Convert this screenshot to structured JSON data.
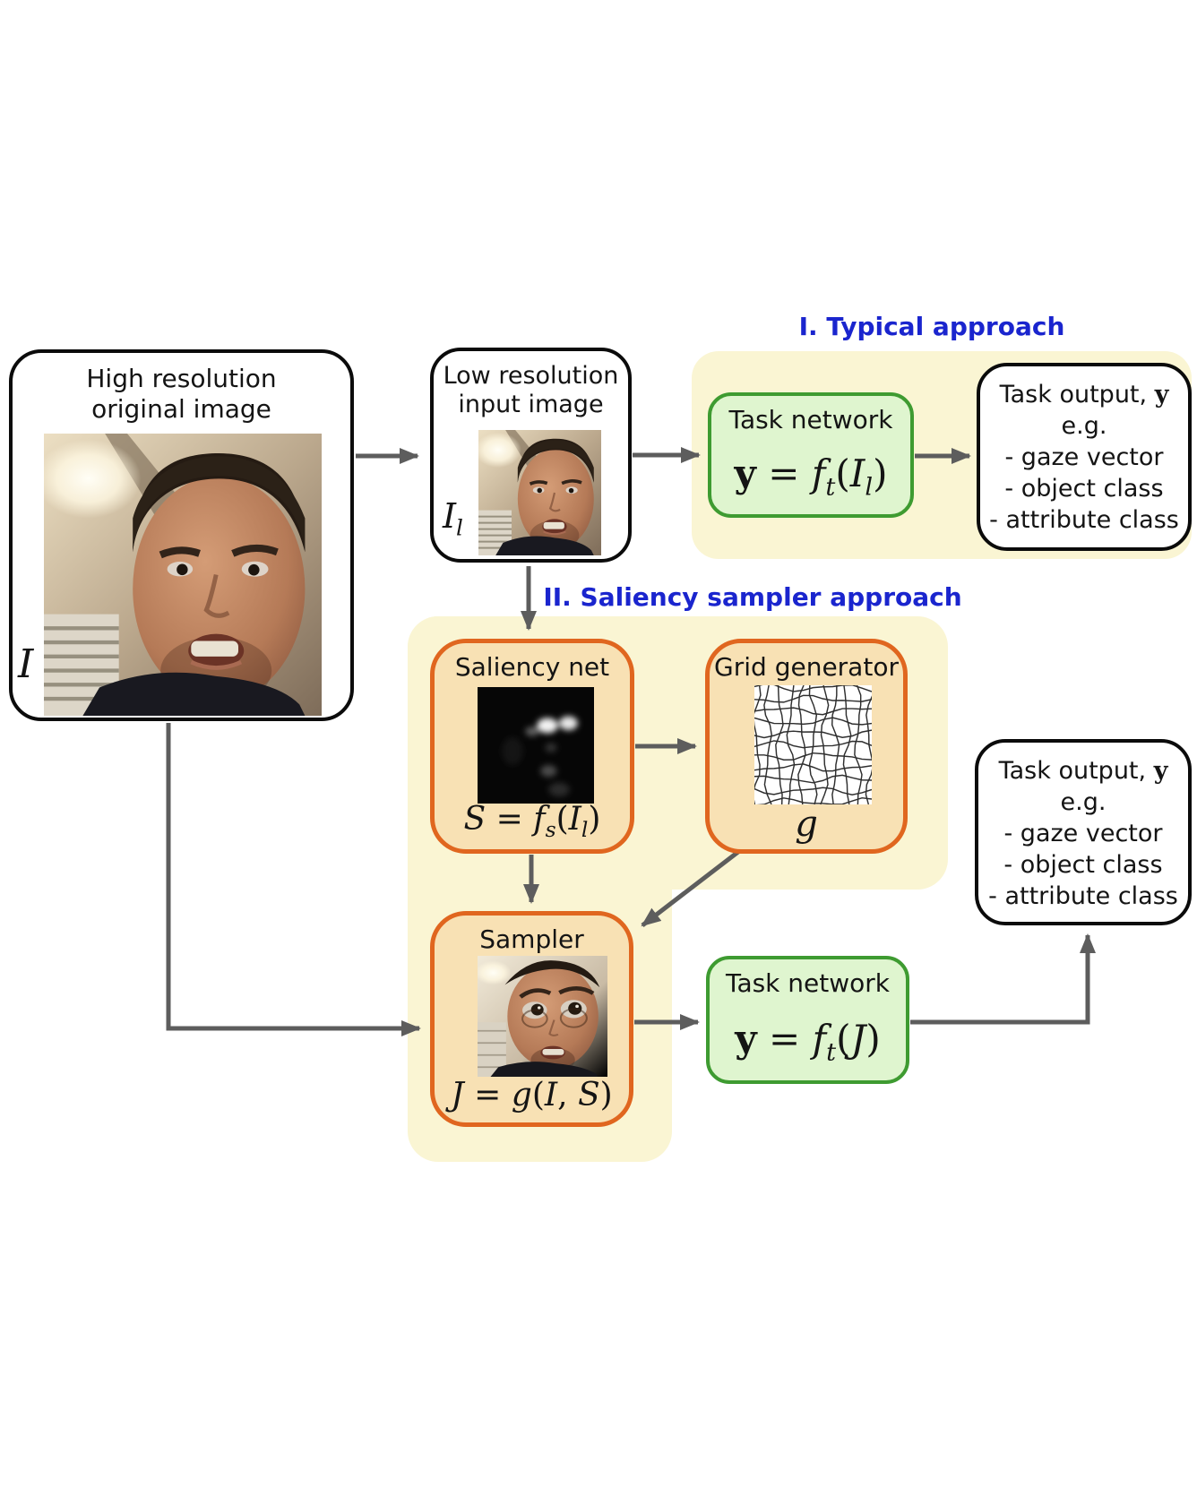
{
  "figure": {
    "description_colors_note": "static paper figure",
    "headings": {
      "typical": "I. Typical approach",
      "saliency": "II. Saliency sampler approach"
    },
    "boxes": {
      "high_res": {
        "title_line1": "High resolution",
        "title_line2": "original image",
        "symbol_html": "<i>I</i>",
        "photo_name": "high-resolution-face-photo"
      },
      "low_res": {
        "title_line1": "Low resolution",
        "title_line2": "input image",
        "symbol_html": "<i>I</i><sub><i>l</i></sub>",
        "photo_name": "low-resolution-face-photo"
      },
      "task_network_1": {
        "title": "Task network",
        "formula_html": "<b>y</b> = <i>f</i><sub><i>t</i></sub>(<i>I</i><sub><i>l</i></sub>)"
      },
      "task_output_1": {
        "title_html": "Task output, <b class=\"math\">y</b>",
        "example_label": "e.g.",
        "items": [
          "- gaze vector",
          "- object class",
          "- attribute class"
        ]
      },
      "saliency_net": {
        "title": "Saliency net",
        "formula_html": "<i>S</i> = <i>f</i><sub><i>s</i></sub>(<i>I</i><sub><i>l</i></sub>)"
      },
      "grid_generator": {
        "title": "Grid generator",
        "formula_html": "<i>g</i>"
      },
      "sampler": {
        "title": "Sampler",
        "formula_html": "<i>J</i> = <i>g</i>(<i>I</i>, <i>S</i>)"
      },
      "task_network_2": {
        "title": "Task network",
        "formula_html": "<b>y</b> = <i>f</i><sub><i>t</i></sub>(<i>J</i>)"
      },
      "task_output_2": {
        "title_html": "Task output, <b class=\"math\">y</b>",
        "example_label": "e.g.",
        "items": [
          "- gaze vector",
          "- object class",
          "- attribute class"
        ]
      }
    }
  },
  "colors": {
    "yellow_bg": "#FAF5D3",
    "orange_fill": "#F8E1B4",
    "orange_border": "#E0661F",
    "green_fill": "#DFF5CF",
    "green_border": "#3E9B31",
    "heading_blue": "#1A25CE",
    "arrow_gray": "#5D5D5D"
  }
}
